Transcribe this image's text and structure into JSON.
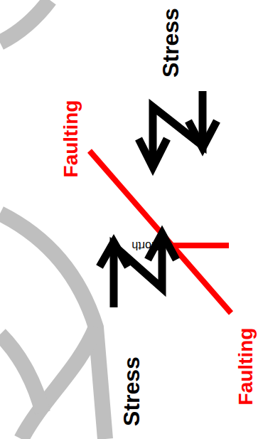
{
  "diagram": {
    "labels": [
      "Stress",
      "Faulting",
      "North",
      "Faulting",
      "Stress"
    ]
  }
}
